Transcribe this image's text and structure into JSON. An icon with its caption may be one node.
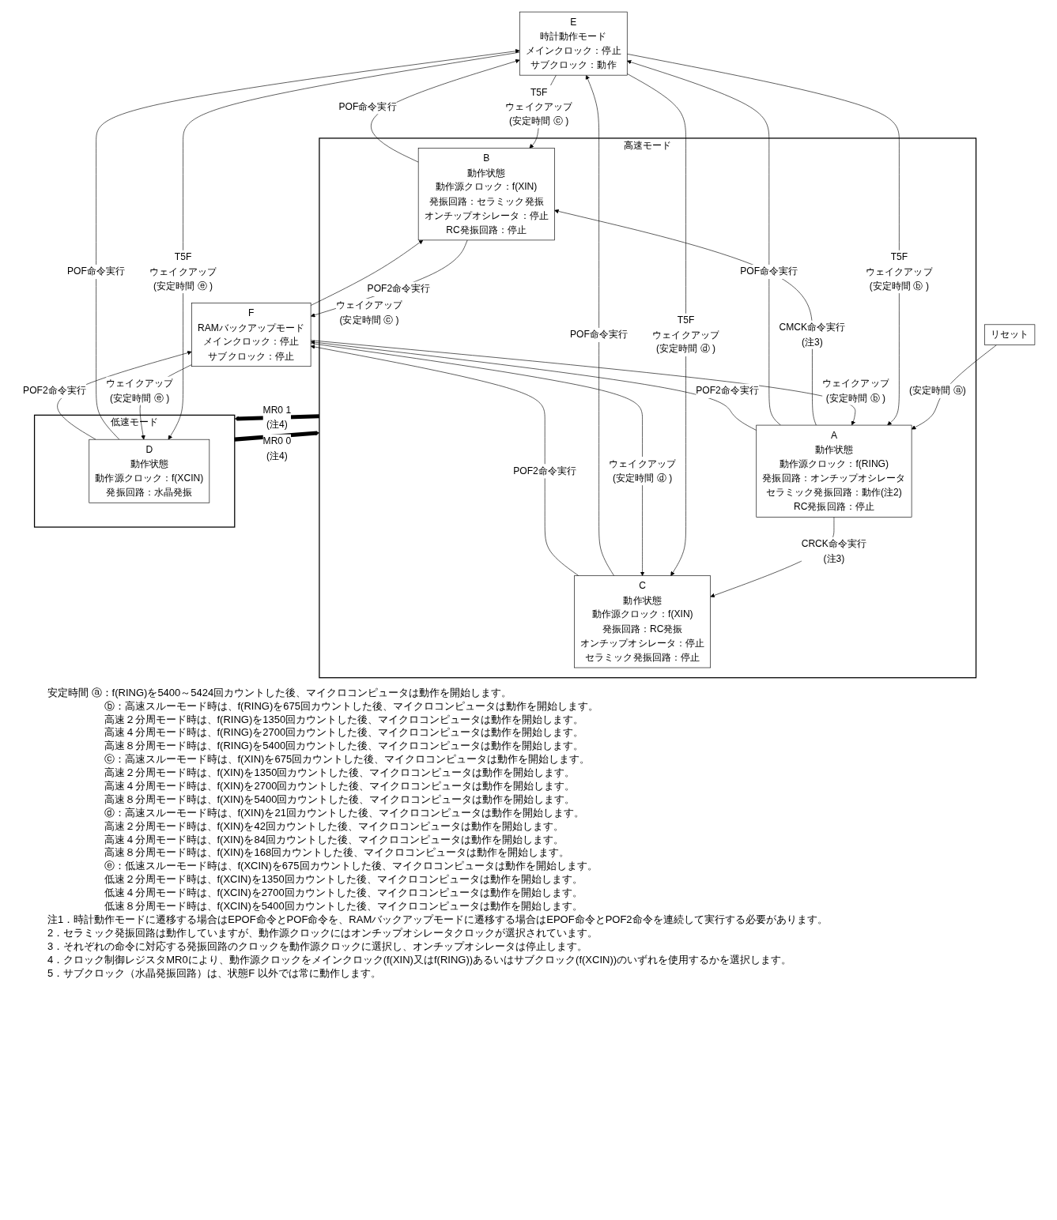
{
  "diagram": {
    "nodes": [
      {
        "text": [
          "E",
          "時計動作モード",
          "メインクロック：停止",
          "サブクロック：動作"
        ]
      },
      {
        "text": [
          "高速モード"
        ]
      },
      {
        "text": [
          "B",
          "動作状態",
          "動作源クロック：f(XIN)",
          "発振回路：セラミック発振",
          "オンチップオシレータ：停止",
          "RC発振回路：停止"
        ],
        "in": 1
      },
      {
        "text": [
          "F",
          "RAMバックアップモード",
          "メインクロック：停止",
          "サブクロック：停止"
        ]
      },
      {
        "text": [
          "A",
          "動作状態",
          "動作源クロック：f(RING)",
          "発振回路：オンチップオシレータ",
          "セラミック発振回路：動作(注2)",
          "RC発振回路：停止"
        ],
        "in": 1
      },
      {
        "text": [
          "リセット"
        ]
      },
      {
        "text": [
          "C",
          "動作状態",
          "動作源クロック：f(XIN)",
          "発振回路：RC発振",
          "オンチップオシレータ：停止",
          "セラミック発振回路：停止"
        ],
        "in": 1
      },
      {
        "text": [
          "低速モード"
        ]
      },
      {
        "text": [
          "D",
          "動作状態",
          "動作源クロック：f(XCIN)",
          "発振回路：水晶発振"
        ],
        "in": 7
      }
    ],
    "edges": [
      {
        "from": 2,
        "to": 0,
        "arrow": "to",
        "label": "POF命令実行"
      },
      {
        "from": 0,
        "to": 2,
        "arrow": "to",
        "label": "T5F ウェイクアップ (安定時間 ⓒ )"
      },
      {
        "from": 2,
        "to": 3,
        "arrow": "to",
        "label": "POF2命令実行"
      },
      {
        "from": 3,
        "to": 2,
        "arrow": "to",
        "label": "ウェイクアップ (安定時間 ⓒ )"
      },
      {
        "from": 4,
        "to": 2,
        "arrow": "to",
        "label": "CMCK命令実行 (注3)"
      },
      {
        "from": 4,
        "to": 0,
        "arrow": "to",
        "label": "POF命令実行"
      },
      {
        "from": 5,
        "to": 4,
        "arrow": "to",
        "label": "(安定時間 ⓐ)"
      },
      {
        "from": 0,
        "to": 4,
        "arrow": "to",
        "label": "T5F ウェイクアップ (安定時間 ⓑ )"
      },
      {
        "from": 4,
        "to": 3,
        "arrow": "to",
        "label": "POF2命令実行"
      },
      {
        "from": 3,
        "to": 4,
        "arrow": "to",
        "label": "ウェイクアップ (安定時間 ⓑ )"
      },
      {
        "from": 4,
        "to": 6,
        "arrow": "to",
        "label": "CRCK命令実行 (注3)"
      },
      {
        "from": 6,
        "to": 0,
        "arrow": "to",
        "label": "POF命令実行"
      },
      {
        "from": 0,
        "to": 6,
        "arrow": "to",
        "label": "T5F ウェイクアップ (安定時間 ⓓ )"
      },
      {
        "from": 6,
        "to": 3,
        "arrow": "to",
        "label": "POF2命令実行"
      },
      {
        "from": 3,
        "to": 6,
        "arrow": "to",
        "label": "ウェイクアップ (安定時間 ⓓ )"
      },
      {
        "from": 1,
        "to": 7,
        "arrow": "to",
        "label": "MR0 1 (注4)",
        "style": "thick"
      },
      {
        "from": 7,
        "to": 1,
        "arrow": "to",
        "label": "MR0 0 (注4)",
        "style": "thick"
      },
      {
        "from": 8,
        "to": 0,
        "arrow": "to",
        "label": "POF命令実行"
      },
      {
        "from": 0,
        "to": 8,
        "arrow": "to",
        "label": "T5F ウェイクアップ (安定時間 ⓔ )"
      },
      {
        "from": 8,
        "to": 3,
        "arrow": "to",
        "label": "POF2命令実行"
      },
      {
        "from": 3,
        "to": 8,
        "arrow": "to",
        "label": "ウェイクアップ (安定時間 ⓔ )"
      }
    ],
    "labels": [
      "安定時間 ⓐ：f(RING)を5400～5424回カウントした後、マイクロコンピュータは動作を開始します。",
      "ⓑ：高速スルーモード時は、f(RING)を675回カウントした後、マイクロコンピュータは動作を開始します。",
      "高速２分周モード時は、f(RING)を1350回カウントした後、マイクロコンピュータは動作を開始します。",
      "高速４分周モード時は、f(RING)を2700回カウントした後、マイクロコンピュータは動作を開始します。",
      "高速８分周モード時は、f(RING)を5400回カウントした後、マイクロコンピュータは動作を開始します。",
      "ⓒ：高速スルーモード時は、f(XIN)を675回カウントした後、マイクロコンピュータは動作を開始します。",
      "高速２分周モード時は、f(XIN)を1350回カウントした後、マイクロコンピュータは動作を開始します。",
      "高速４分周モード時は、f(XIN)を2700回カウントした後、マイクロコンピュータは動作を開始します。",
      "高速８分周モード時は、f(XIN)を5400回カウントした後、マイクロコンピュータは動作を開始します。",
      "ⓓ：高速スルーモード時は、f(XIN)を21回カウントした後、マイクロコンピュータは動作を開始します。",
      "高速２分周モード時は、f(XIN)を42回カウントした後、マイクロコンピュータは動作を開始します。",
      "高速４分周モード時は、f(XIN)を84回カウントした後、マイクロコンピュータは動作を開始します。",
      "高速８分周モード時は、f(XIN)を168回カウントした後、マイクロコンピュータは動作を開始します。",
      "ⓔ：低速スルーモード時は、f(XCIN)を675回カウントした後、マイクロコンピュータは動作を開始します。",
      "低速２分周モード時は、f(XCIN)を1350回カウントした後、マイクロコンピュータは動作を開始します。",
      "低速４分周モード時は、f(XCIN)を2700回カウントした後、マイクロコンピュータは動作を開始します。",
      "低速８分周モード時は、f(XCIN)を5400回カウントした後、マイクロコンピュータは動作を開始します。",
      "注1．時計動作モードに遷移する場合はEPOF命令とPOF命令を、RAMバックアップモードに遷移する場合はEPOF命令とPOF2命令を連続して実行する必要があります。",
      "2．セラミック発振回路は動作していますが、動作源クロックにはオンチップオシレータクロックが選択されています。",
      "3．それぞれの命令に対応する発振回路のクロックを動作源クロックに選択し、オンチップオシレータは停止します。",
      "4．クロック制御レジスタMR0により、動作源クロックをメインクロック(f(XIN)又はf(RING))あるいはサブクロック(f(XCIN))のいずれを使用するかを選択します。",
      "5．サブクロック（水晶発振回路）は、状態F 以外では常に動作します。"
    ]
  }
}
